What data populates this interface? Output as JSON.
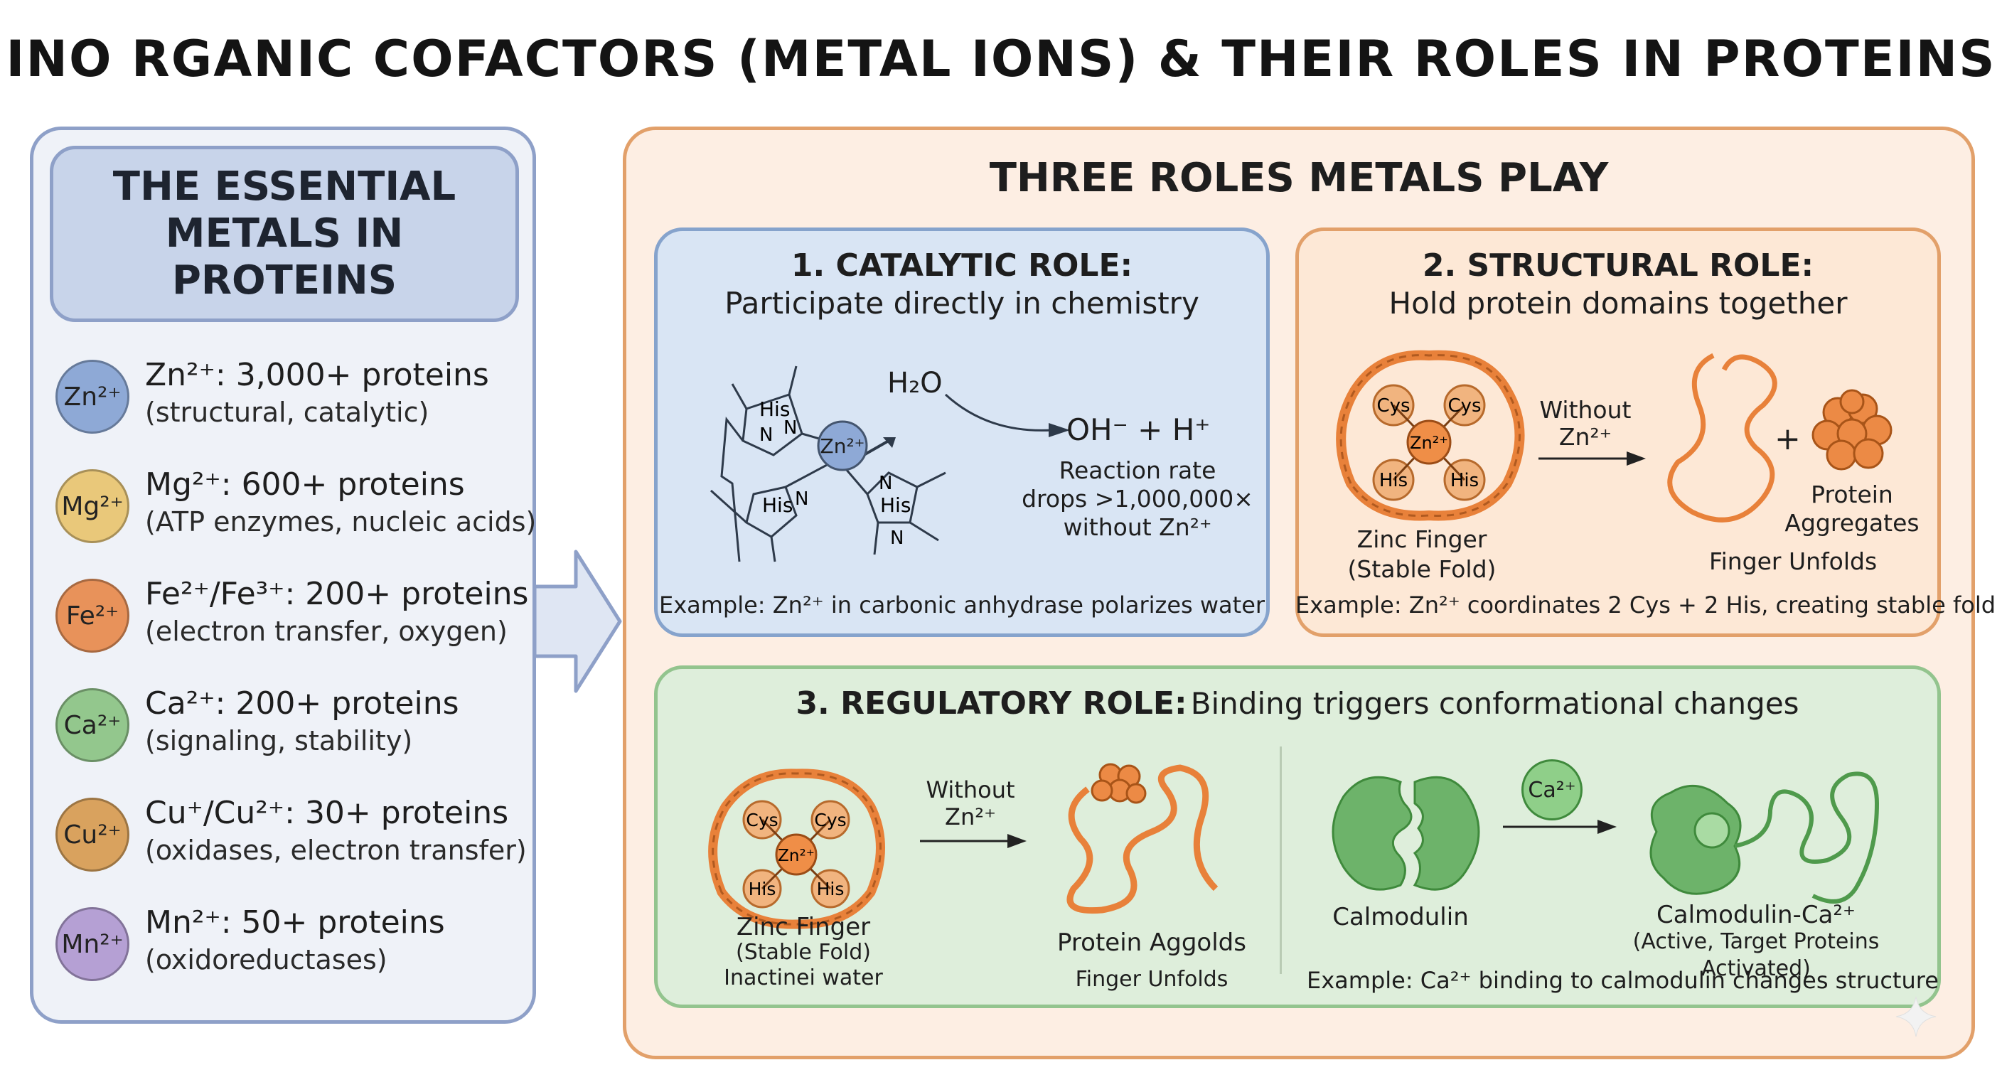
{
  "title": "INO RGANIC COFACTORS (METAL IONS) & THEIR ROLES IN PROTEINS",
  "colors": {
    "blue_border": "#8ea0c8",
    "orange_border": "#e2a06a",
    "green_border": "#93c48e",
    "orange_protein": "#e8813a",
    "green_protein": "#6db36a"
  },
  "essential_metals": {
    "heading_lines": [
      "THE ESSENTIAL",
      "METALS IN",
      "PROTEINS"
    ],
    "metals": [
      {
        "badge": "Zn²⁺",
        "line1": "Zn²⁺: 3,000+ proteins",
        "line2": "(structural, catalytic)",
        "color": "#8ea9d6"
      },
      {
        "badge": "Mg²⁺",
        "line1": "Mg²⁺: 600+ proteins",
        "line2": "(ATP enzymes, nucleic acids)",
        "color": "#e9c87a"
      },
      {
        "badge": "Fe²⁺",
        "line1": "Fe²⁺/Fe³⁺: 200+ proteins",
        "line2": "(electron transfer, oxygen)",
        "color": "#e8925a"
      },
      {
        "badge": "Ca²⁺",
        "line1": "Ca²⁺: 200+ proteins",
        "line2": "(signaling, stability)",
        "color": "#93c78d"
      },
      {
        "badge": "Cu²⁺",
        "line1": "Cu⁺/Cu²⁺: 30+ proteins",
        "line2": "(oxidases, electron transfer)",
        "color": "#d9a25e"
      },
      {
        "badge": "Mn²⁺",
        "line1": "Mn²⁺: 50+ proteins",
        "line2": "(oxidoreductases)",
        "color": "#b5a0d4"
      }
    ]
  },
  "roles": {
    "heading": "THREE ROLES METALS PLAY",
    "catalytic": {
      "title": "1. CATALYTIC ROLE:",
      "subtitle": "Participate directly in chemistry",
      "water": "H₂O",
      "zn": "Zn²⁺",
      "his": "His",
      "n": "N",
      "products": "OH⁻ + H⁺",
      "rate_lines": [
        "Reaction rate",
        "drops >1,000,000×",
        "without Zn²⁺"
      ],
      "example": "Example: Zn²⁺ in carbonic anhydrase polarizes water"
    },
    "structural": {
      "title": "2. STRUCTURAL ROLE:",
      "subtitle": "Hold protein domains together",
      "cys": "Cys",
      "his": "His",
      "zn": "Zn²⁺",
      "without_lines": [
        "Without",
        "Zn²⁺"
      ],
      "plus": "+",
      "aggregate_lines": [
        "Protein",
        "Aggregates"
      ],
      "fold_lines": [
        "Zinc Finger",
        "(Stable Fold)"
      ],
      "unfolds": "Finger Unfolds",
      "example": "Example: Zn²⁺ coordinates 2 Cys + 2 His, creating stable fold"
    },
    "regulatory": {
      "title": "3. REGULATORY ROLE:",
      "subtitle": "Binding triggers conformational changes",
      "cys": "Cys",
      "his": "His",
      "zn": "Zn²⁺",
      "without_lines": [
        "Without",
        "Zn²⁺"
      ],
      "fold_lines": [
        "Zinc Finger",
        "(Stable Fold)",
        "Inactinei water"
      ],
      "aggregate_label": "Protein Agɡolds",
      "unfolds": "Finger Unfolds",
      "ca": "Ca²⁺",
      "calmodulin": "Calmodulin",
      "active_lines": [
        "Calmodulin-Ca²⁺",
        "(Active, Target Proteins Activated)"
      ],
      "example": "Example: Ca²⁺ binding to calmodulin changes structure"
    }
  }
}
